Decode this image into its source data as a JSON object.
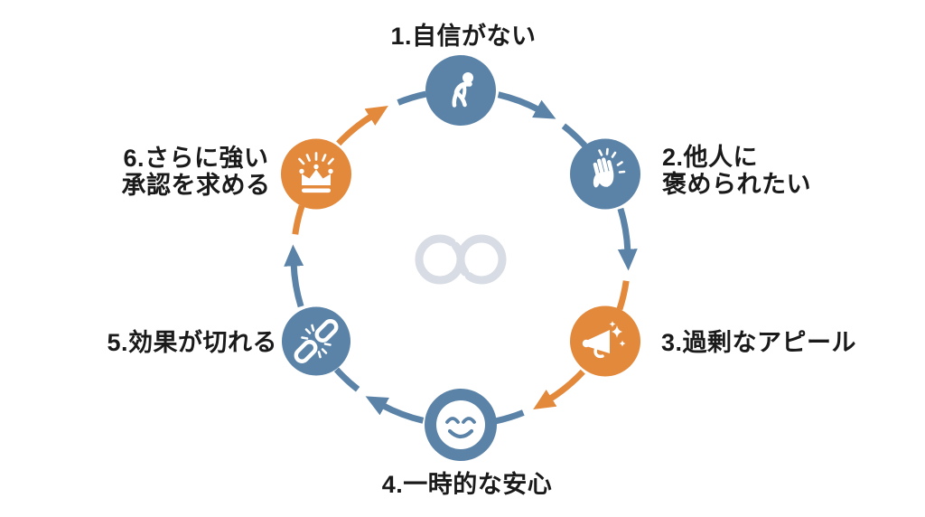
{
  "colors": {
    "blue": "#5b83a8",
    "orange": "#e3893c",
    "infinity": "#d8dce4",
    "text": "#1a1a1a",
    "background": "#ffffff"
  },
  "cycle": {
    "direction": "clockwise",
    "center_icon": "infinity-loop",
    "nodes": [
      {
        "step": "1",
        "lines": [
          "1.自信がない"
        ],
        "icon": "dejected-person",
        "color": "blue"
      },
      {
        "step": "2",
        "lines": [
          "2.他人に",
          "褒められたい"
        ],
        "icon": "clapping-hands",
        "color": "blue"
      },
      {
        "step": "3",
        "lines": [
          "3.過剰なアピール"
        ],
        "icon": "megaphone",
        "color": "orange"
      },
      {
        "step": "4",
        "lines": [
          "4.一時的な安心"
        ],
        "icon": "smiley-face",
        "color": "blue"
      },
      {
        "step": "5",
        "lines": [
          "5.効果が切れる"
        ],
        "icon": "broken-chain",
        "color": "blue"
      },
      {
        "step": "6",
        "lines": [
          "6.さらに強い",
          "承認を求める"
        ],
        "icon": "crown",
        "color": "orange"
      }
    ]
  }
}
